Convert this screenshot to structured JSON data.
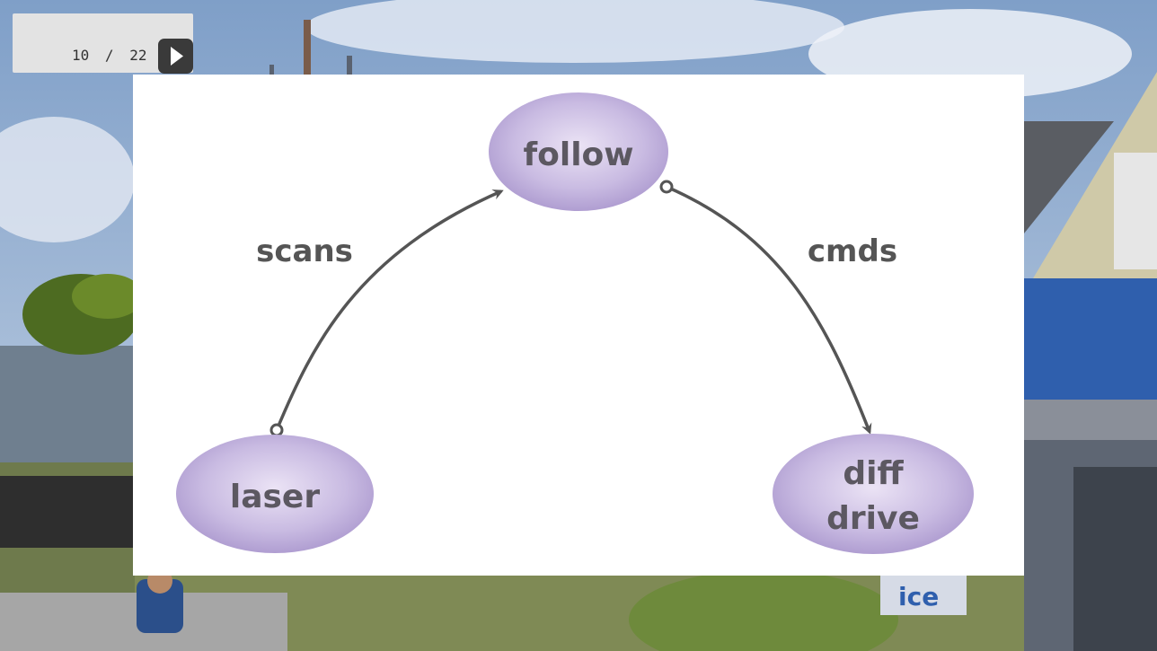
{
  "pager": {
    "current": "10",
    "separator": "/",
    "total": "22",
    "next_icon": "play-arrow-icon"
  },
  "diagram": {
    "nodes": {
      "follow": "follow",
      "laser": "laser",
      "diff_line1": "diff",
      "diff_line2": "drive"
    },
    "edges": {
      "scans": "scans",
      "cmds": "cmds"
    },
    "colors": {
      "node_fill": "#c1b2dc",
      "node_edge": "#a08cc7",
      "arrow": "#555555",
      "text": "#5c5861"
    }
  }
}
